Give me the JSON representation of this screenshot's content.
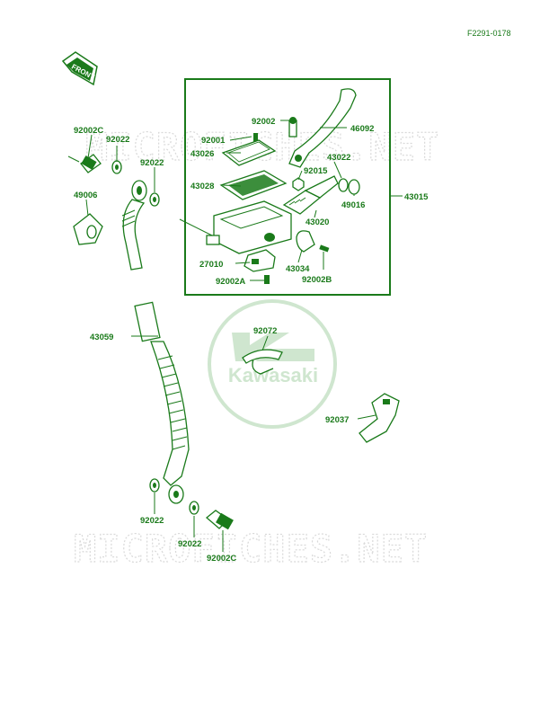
{
  "diagram_code": "F2291-0178",
  "front_label": "FRONT",
  "watermark_text": "MICROFICHES.NET",
  "logo_text": "Kawasaki",
  "colors": {
    "line": "#1a7a1a",
    "watermark": "#d9d9d9",
    "logo": "#cfe6cf"
  },
  "parts": {
    "p92002c_top": "92002C",
    "p92022_a": "92022",
    "p92022_b": "92022",
    "p49006": "49006",
    "p43059": "43059",
    "p92022_bottom_left": "92022",
    "p92022_bottom_mid": "92022",
    "p92002c_bottom": "92002C",
    "p92002": "92002",
    "p92001": "92001",
    "p43026": "43026",
    "p43028": "43028",
    "p46092": "46092",
    "p43022": "43022",
    "p92015": "92015",
    "p49016": "49016",
    "p43015": "43015",
    "p43020": "43020",
    "p27010": "27010",
    "p43034": "43034",
    "p92002a": "92002A",
    "p92002b": "92002B",
    "p92072": "92072",
    "p92037": "92037"
  }
}
